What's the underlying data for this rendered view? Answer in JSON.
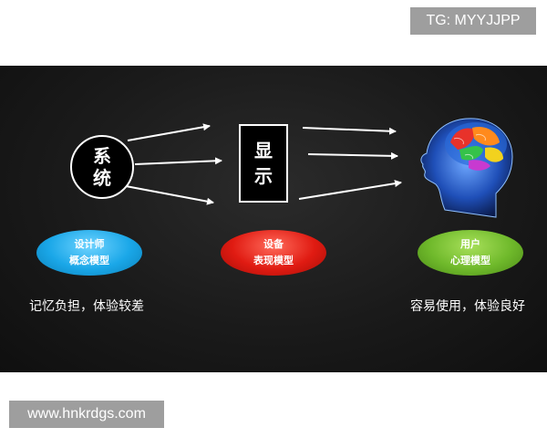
{
  "watermarks": {
    "top_tag": "TG: MYYJJPP",
    "bottom_tag": "www.hnkrdgs.com"
  },
  "diagram": {
    "system_node": {
      "line1": "系",
      "line2": "统"
    },
    "display_node": {
      "line1": "显",
      "line2": "示"
    },
    "user_node_icon": "human-head-brain-icon",
    "models": [
      {
        "line1": "设计师",
        "line2": "概念模型",
        "color": "#1aa7e8"
      },
      {
        "line1": "设备",
        "line2": "表现模型",
        "color": "#e01b12"
      },
      {
        "line1": "用户",
        "line2": "心理模型",
        "color": "#6fb92b"
      }
    ],
    "notes": {
      "left": "记忆负担，体验较差",
      "right": "容易使用，体验良好"
    },
    "colors": {
      "panel_background": "#1a1a1a",
      "arrow": "#ffffff"
    }
  }
}
